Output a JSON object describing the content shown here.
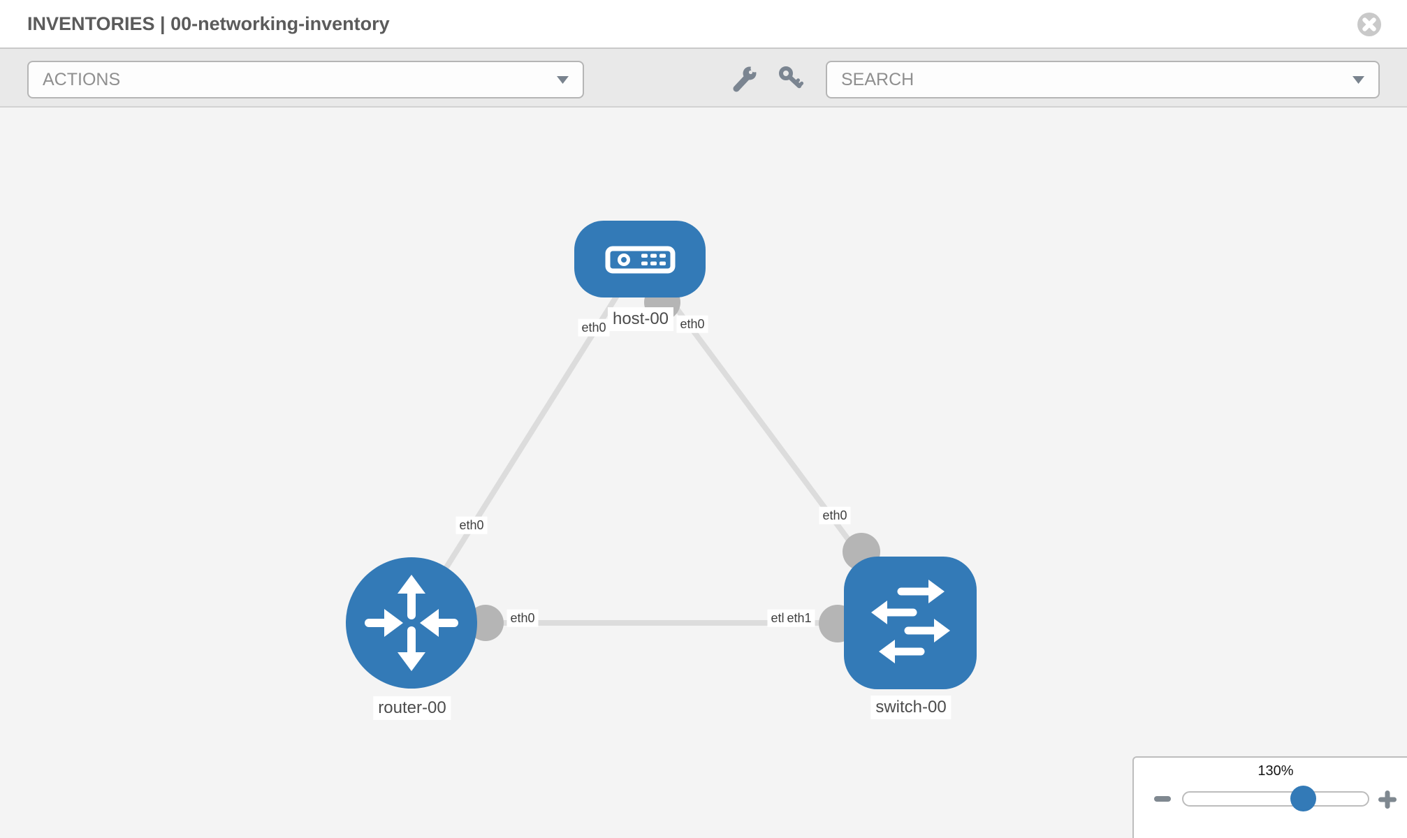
{
  "window": {
    "title": "INVENTORIES | 00-networking-inventory"
  },
  "toolbar": {
    "actions_label": "ACTIONS",
    "search_label": "SEARCH",
    "icons": [
      "wrench-icon",
      "key-icon"
    ]
  },
  "topology": {
    "nodes": [
      {
        "id": "host-00",
        "type": "host",
        "label": "host-00"
      },
      {
        "id": "router-00",
        "type": "router",
        "label": "router-00"
      },
      {
        "id": "switch-00",
        "type": "switch",
        "label": "switch-00"
      }
    ],
    "links": [
      {
        "from": "host-00",
        "to": "router-00"
      },
      {
        "from": "host-00",
        "to": "switch-00"
      },
      {
        "from": "router-00",
        "to": "switch-00"
      }
    ],
    "interface_labels": {
      "host_left": "eth0",
      "host_right": "eth0",
      "host_router_mid": "eth0",
      "host_switch_mid": "eth0",
      "router_right": "eth0",
      "switch_left_back": "eth0",
      "switch_left_front": "eth1"
    }
  },
  "zoom_control": {
    "level": "130%",
    "percent": 130
  },
  "colors": {
    "accent_blue": "#337ab7",
    "link_gray": "#dcdcdc",
    "endpoint_gray": "#b5b5b5",
    "toolbar_gray": "#e9e9e9",
    "canvas_gray": "#f4f4f4"
  }
}
